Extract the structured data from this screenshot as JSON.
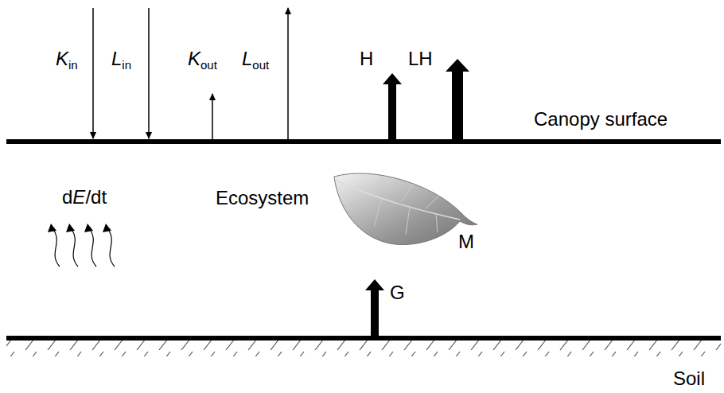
{
  "diagram": {
    "labels": [
      "Kin",
      "Lin",
      "Kout",
      "Lout",
      "H",
      "LH",
      "Canopy surface",
      "dE/dt",
      "Ecosystem",
      "M",
      "G",
      "Soil"
    ]
  }
}
